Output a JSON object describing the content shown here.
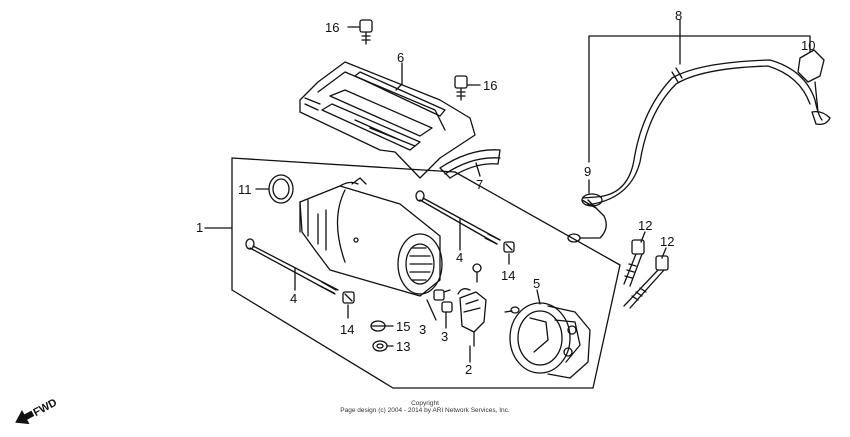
{
  "diagram": {
    "callouts": {
      "c1": "1",
      "c2": "2",
      "c3a": "3",
      "c3b": "3",
      "c4a": "4",
      "c4b": "4",
      "c5": "5",
      "c6": "6",
      "c7": "7",
      "c8": "8",
      "c9": "9",
      "c10": "10",
      "c11": "11",
      "c12a": "12",
      "c12b": "12",
      "c13": "13",
      "c14a": "14",
      "c14b": "14",
      "c15": "15",
      "c16a": "16",
      "c16b": "16"
    },
    "fwd_label": "FWD",
    "copyright_line1": "Copyright",
    "copyright_line2": "Page design (c) 2004 - 2014 by ARI Network Services, Inc."
  }
}
